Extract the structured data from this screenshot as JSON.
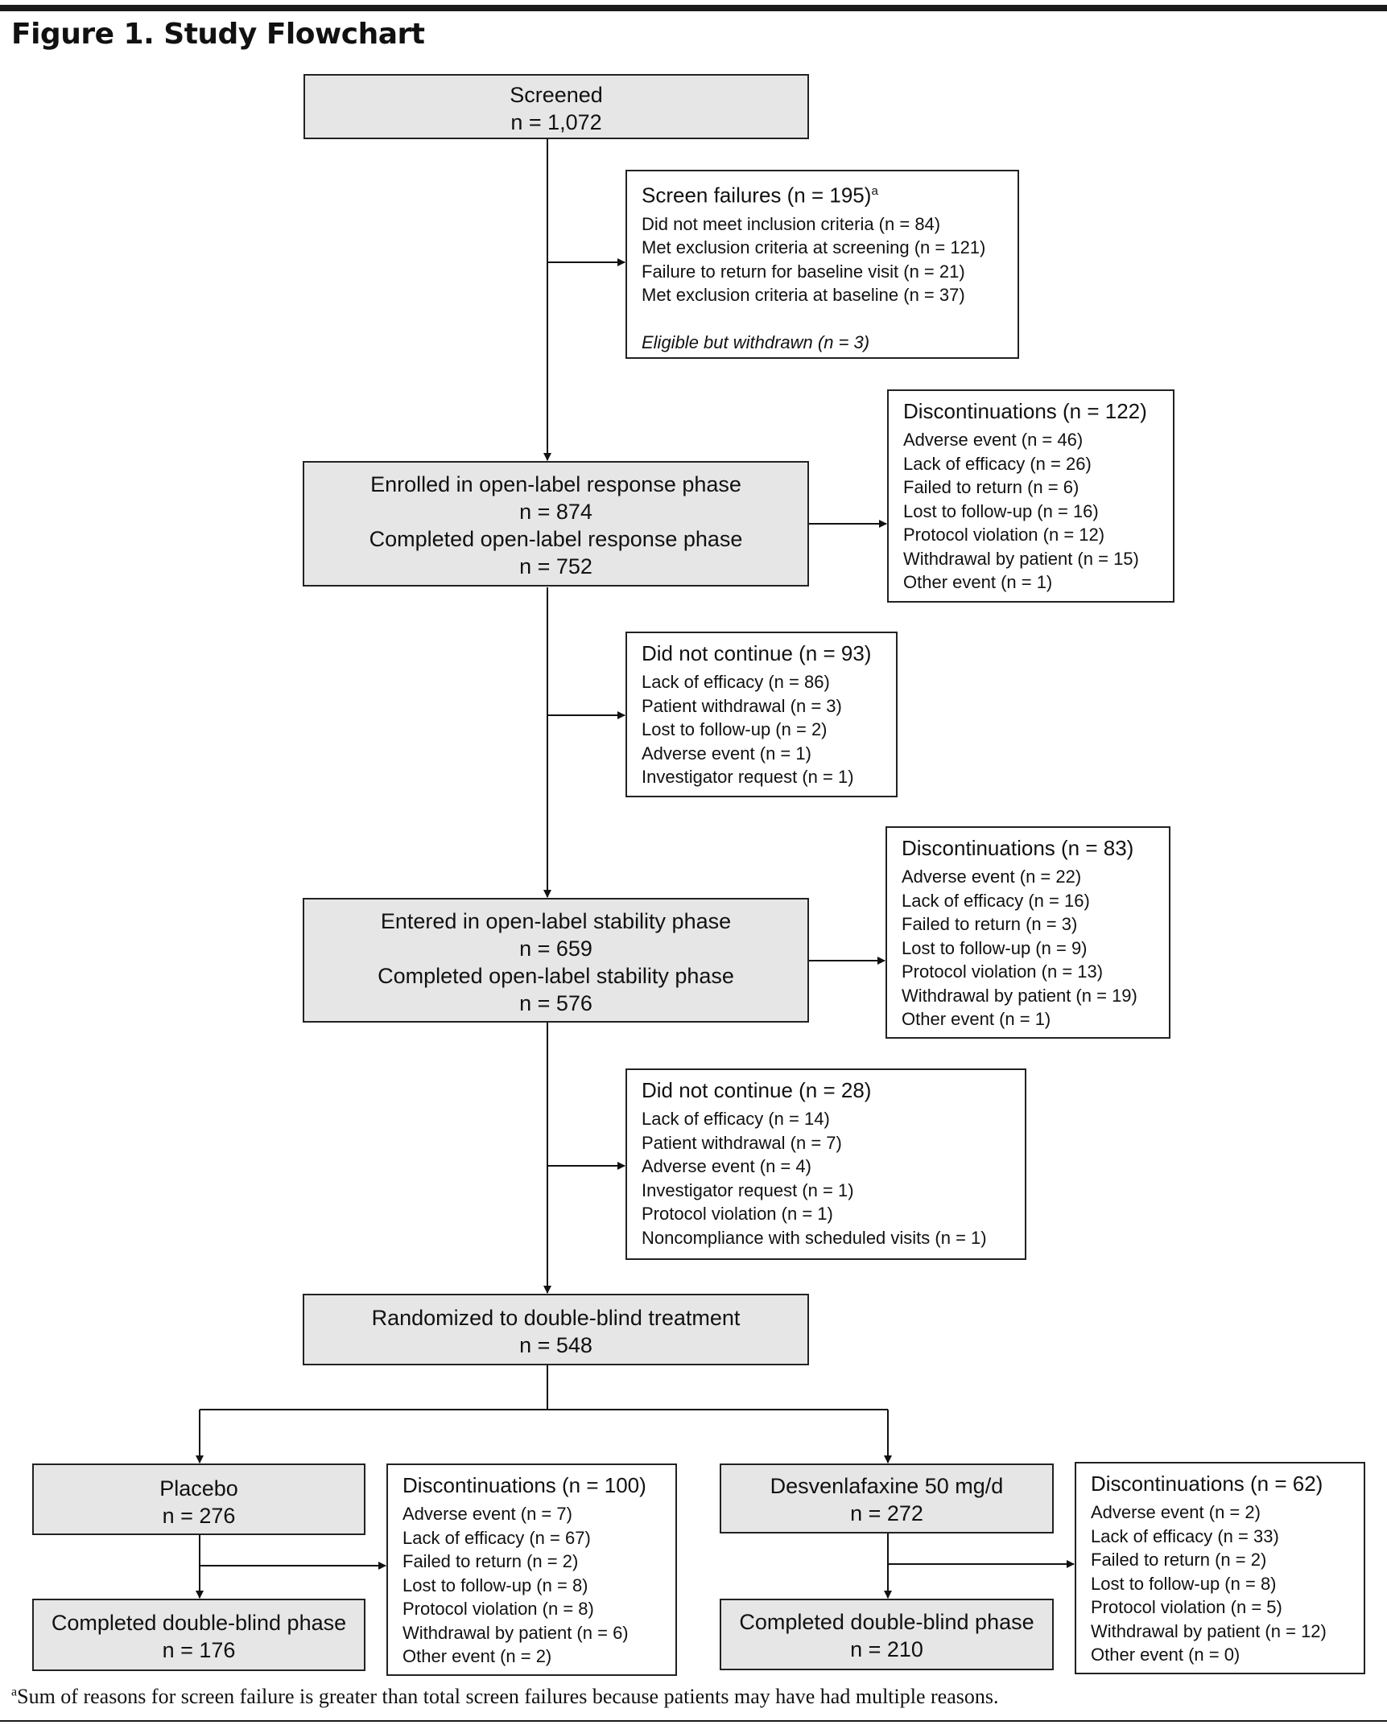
{
  "title": "Figure 1. Study Flowchart",
  "boxes": {
    "screened": {
      "lines": [
        "Screened",
        "n = 1,072"
      ]
    },
    "screen_failures": {
      "header": "Screen failures (n = 195)",
      "header_sup": "a",
      "items": [
        "Did not meet inclusion criteria (n = 84)",
        "Met exclusion criteria at screening (n = 121)",
        "Failure to return for baseline visit (n = 21)",
        "Met exclusion criteria at baseline (n = 37)"
      ],
      "italic_item": "Eligible but withdrawn (n = 3)"
    },
    "enrolled": {
      "lines": [
        "Enrolled in open-label response phase",
        "n = 874",
        "Completed open-label response phase",
        "n = 752"
      ]
    },
    "disc_response": {
      "header": "Discontinuations (n = 122)",
      "items": [
        "Adverse event (n = 46)",
        "Lack of efficacy (n = 26)",
        "Failed to return (n = 6)",
        "Lost to follow-up (n = 16)",
        "Protocol violation (n = 12)",
        "Withdrawal by patient (n = 15)",
        "Other event (n = 1)"
      ]
    },
    "not_continue_1": {
      "header": "Did not continue (n = 93)",
      "items": [
        "Lack of efficacy (n = 86)",
        "Patient withdrawal (n = 3)",
        "Lost to follow-up (n = 2)",
        "Adverse event (n = 1)",
        "Investigator request (n = 1)"
      ]
    },
    "stability": {
      "lines": [
        "Entered in open-label stability phase",
        "n = 659",
        "Completed open-label stability phase",
        "n = 576"
      ]
    },
    "disc_stability": {
      "header": "Discontinuations (n = 83)",
      "items": [
        "Adverse event (n = 22)",
        "Lack of efficacy (n = 16)",
        "Failed to return (n = 3)",
        "Lost to follow-up (n = 9)",
        "Protocol violation (n = 13)",
        "Withdrawal by patient (n = 19)",
        "Other event (n = 1)"
      ]
    },
    "not_continue_2": {
      "header": "Did not continue (n = 28)",
      "items": [
        "Lack of efficacy (n = 14)",
        "Patient withdrawal (n = 7)",
        "Adverse event (n = 4)",
        "Investigator request (n = 1)",
        "Protocol violation (n = 1)",
        "Noncompliance with scheduled visits (n = 1)"
      ]
    },
    "randomized": {
      "lines": [
        "Randomized to double-blind treatment",
        "n = 548"
      ]
    },
    "placebo": {
      "lines": [
        "Placebo",
        "n = 276"
      ]
    },
    "disc_placebo": {
      "header": "Discontinuations (n = 100)",
      "items": [
        "Adverse event (n = 7)",
        "Lack of efficacy (n = 67)",
        "Failed to return (n = 2)",
        "Lost to follow-up (n = 8)",
        "Protocol violation (n = 8)",
        "Withdrawal by patient (n = 6)",
        "Other event (n = 2)"
      ]
    },
    "completed_placebo": {
      "lines": [
        "Completed double-blind phase",
        "n = 176"
      ]
    },
    "desvenlafaxine": {
      "lines": [
        "Desvenlafaxine 50 mg/d",
        "n = 272"
      ]
    },
    "disc_desvenlafaxine": {
      "header": "Discontinuations (n = 62)",
      "items": [
        "Adverse event (n = 2)",
        "Lack of efficacy (n = 33)",
        "Failed to return (n = 2)",
        "Lost to follow-up (n = 8)",
        "Protocol violation (n = 5)",
        "Withdrawal by patient (n = 12)",
        "Other event (n = 0)"
      ]
    },
    "completed_desvenlafaxine": {
      "lines": [
        "Completed double-blind phase",
        "n = 210"
      ]
    }
  },
  "footnote": {
    "sup": "a",
    "text": "Sum of reasons for screen failure is greater than total screen failures because patients may have had multiple reasons."
  }
}
